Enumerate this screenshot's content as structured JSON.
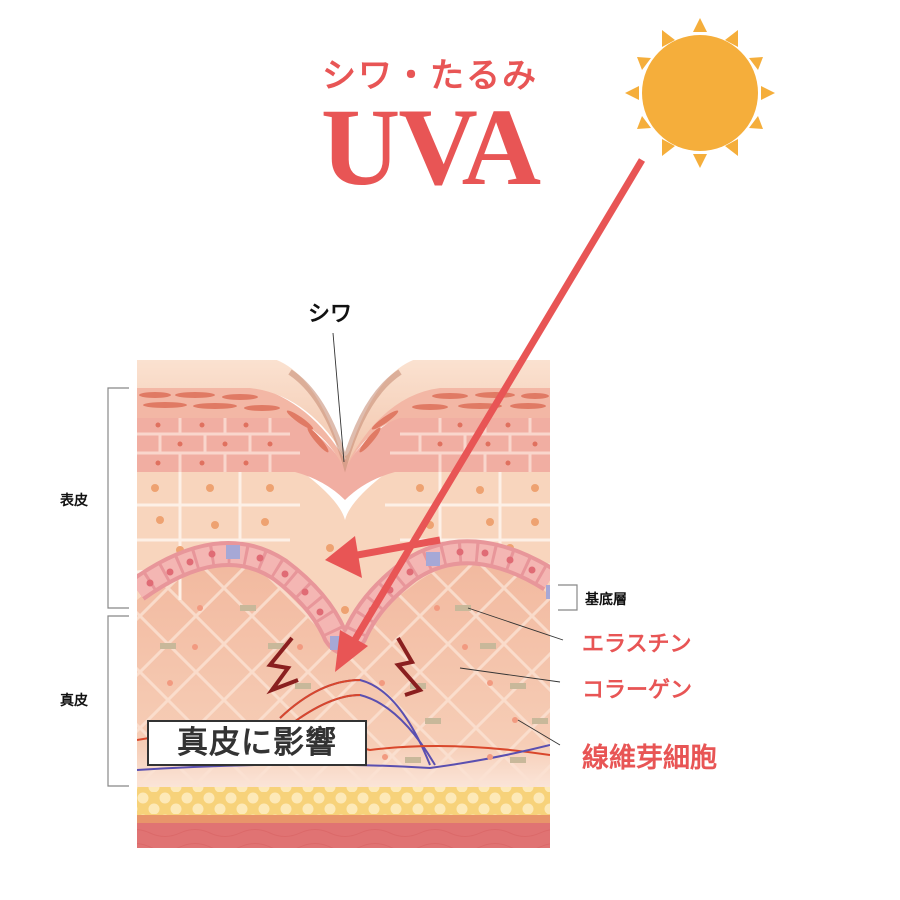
{
  "title": {
    "subtitle": "シワ・たるみ",
    "main": "UVA"
  },
  "labels": {
    "wrinkle": "シワ",
    "epidermis": "表皮",
    "dermis": "真皮",
    "basal_layer": "基底層",
    "elastin": "エラスチン",
    "collagen": "コラーゲン",
    "fibroblast": "線維芽細胞",
    "effect": "真皮に影響"
  },
  "icons": {
    "sun": "sun-icon",
    "uv_ray": "uv-arrow-icon",
    "damage": "zigzag-damage-icon"
  },
  "colors": {
    "accent": "#e85555",
    "sun": "#f5ae3b",
    "skin_light": "#f8d7bf",
    "skin_pink": "#eea39a",
    "fat": "#f7d27a",
    "muscle": "#e07373",
    "damage": "#8a1f1f",
    "vessel_red": "#d9472b",
    "vessel_blue": "#5a4fb0"
  }
}
